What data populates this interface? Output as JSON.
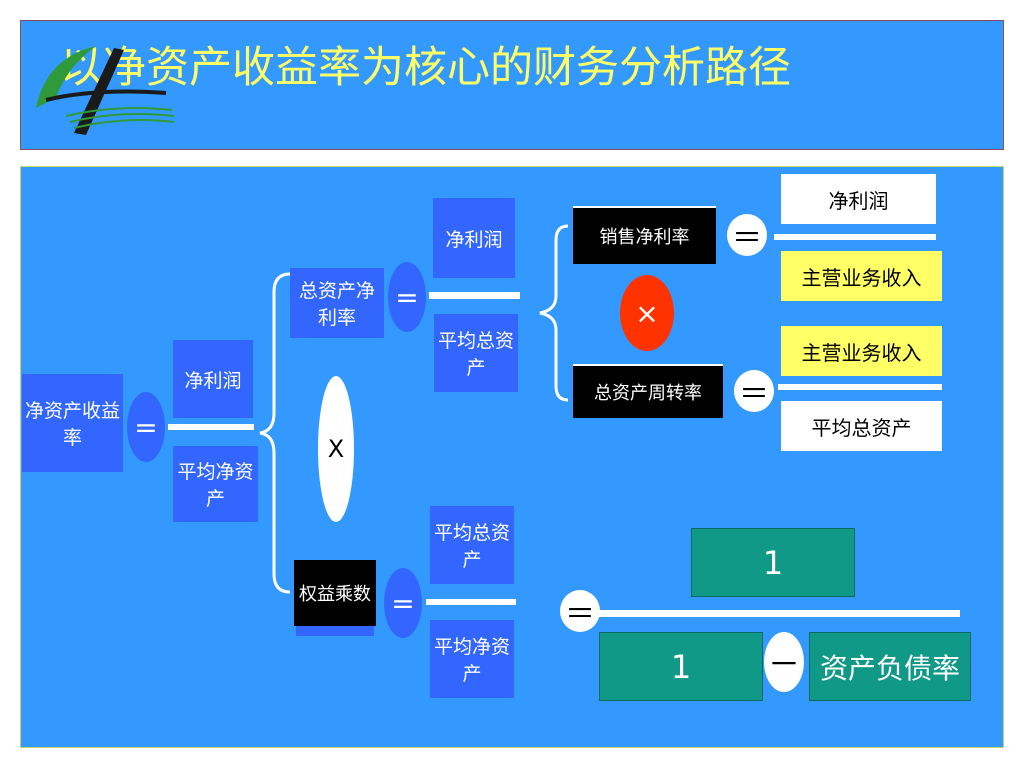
{
  "title": "以净资产收益率为核心的财务分析路径",
  "nodes": {
    "roe": "净资产收益率",
    "net_profit_1": "净利润",
    "avg_net_assets_1": "平均净资产",
    "roa": "总资产净利率",
    "net_profit_2": "净利润",
    "avg_total_assets_1": "平均总资产",
    "equity_multiplier": "权益乘数",
    "avg_total_assets_2": "平均总资产",
    "avg_net_assets_2": "平均净资产",
    "net_profit_margin": "销售净利率",
    "asset_turnover": "总资产周转率",
    "net_profit_3": "净利润",
    "main_revenue_1": "主营业务收入",
    "main_revenue_2": "主营业务收入",
    "avg_total_assets_3": "平均总资产",
    "one_numerator": "1",
    "one_denominator": "1",
    "debt_ratio": "资产负债率"
  },
  "operators": {
    "equals": "=",
    "equals_wide": "＝",
    "times": "X",
    "times_red": "×",
    "minus": "－"
  },
  "colors": {
    "background": "#3399FF",
    "title_text": "#FFFF66",
    "node_blue": "#3366FF",
    "highlight_yellow": "#FFFF66",
    "teal": "#119988",
    "operator_red": "#FF3300"
  }
}
